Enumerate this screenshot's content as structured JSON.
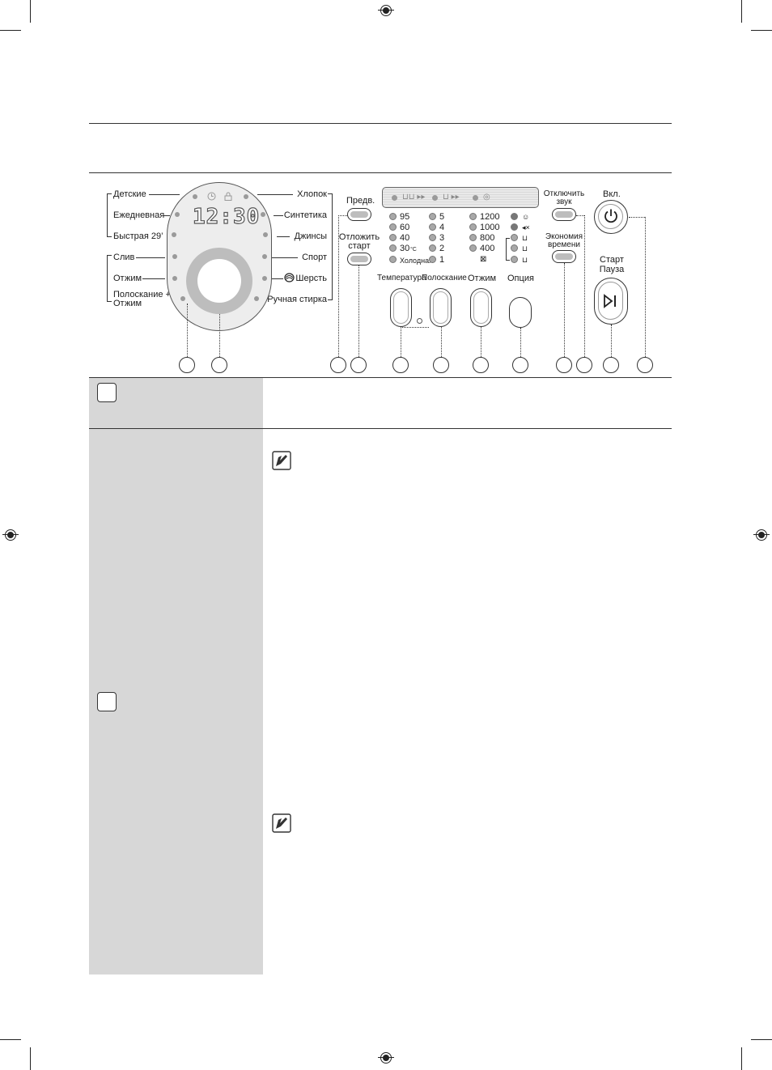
{
  "panel": {
    "dial_left_labels": [
      "Детские",
      "Ежедневная",
      "Быстрая 29’",
      "Слив",
      "Отжим",
      "Полоскание +",
      "Отжим"
    ],
    "dial_right_labels": [
      "Хлопок",
      "Синтетика",
      "Джинсы",
      "Спорт",
      "Шерсть",
      "Ручная стирка"
    ],
    "display_time": "12:30",
    "prewash_label": "Предв.",
    "delay_start_label": [
      "Отложить",
      "старт"
    ],
    "mute_label": [
      "Отключить",
      "звук"
    ],
    "time_save_label": [
      "Экономия",
      "времени"
    ],
    "power_label": "Вкл.",
    "start_pause_label": [
      "Старт",
      "Пауза"
    ],
    "temperature_values": [
      "95",
      "60",
      "40",
      "30",
      "Холодная"
    ],
    "temperature_unit": "°C",
    "rinse_values": [
      "5",
      "4",
      "3",
      "2",
      "1"
    ],
    "spin_values": [
      "1200",
      "1000",
      "800",
      "400"
    ],
    "column_labels": {
      "temperature": "Температура",
      "rinse": "Полоскание",
      "spin": "Отжим",
      "option": "Опция"
    }
  },
  "icons": [
    "clock-icon",
    "lock-icon",
    "wool-icon",
    "power-icon",
    "play-pause-icon",
    "note-icon",
    "bell-icon",
    "mute-icon",
    "no-spin-icon"
  ]
}
